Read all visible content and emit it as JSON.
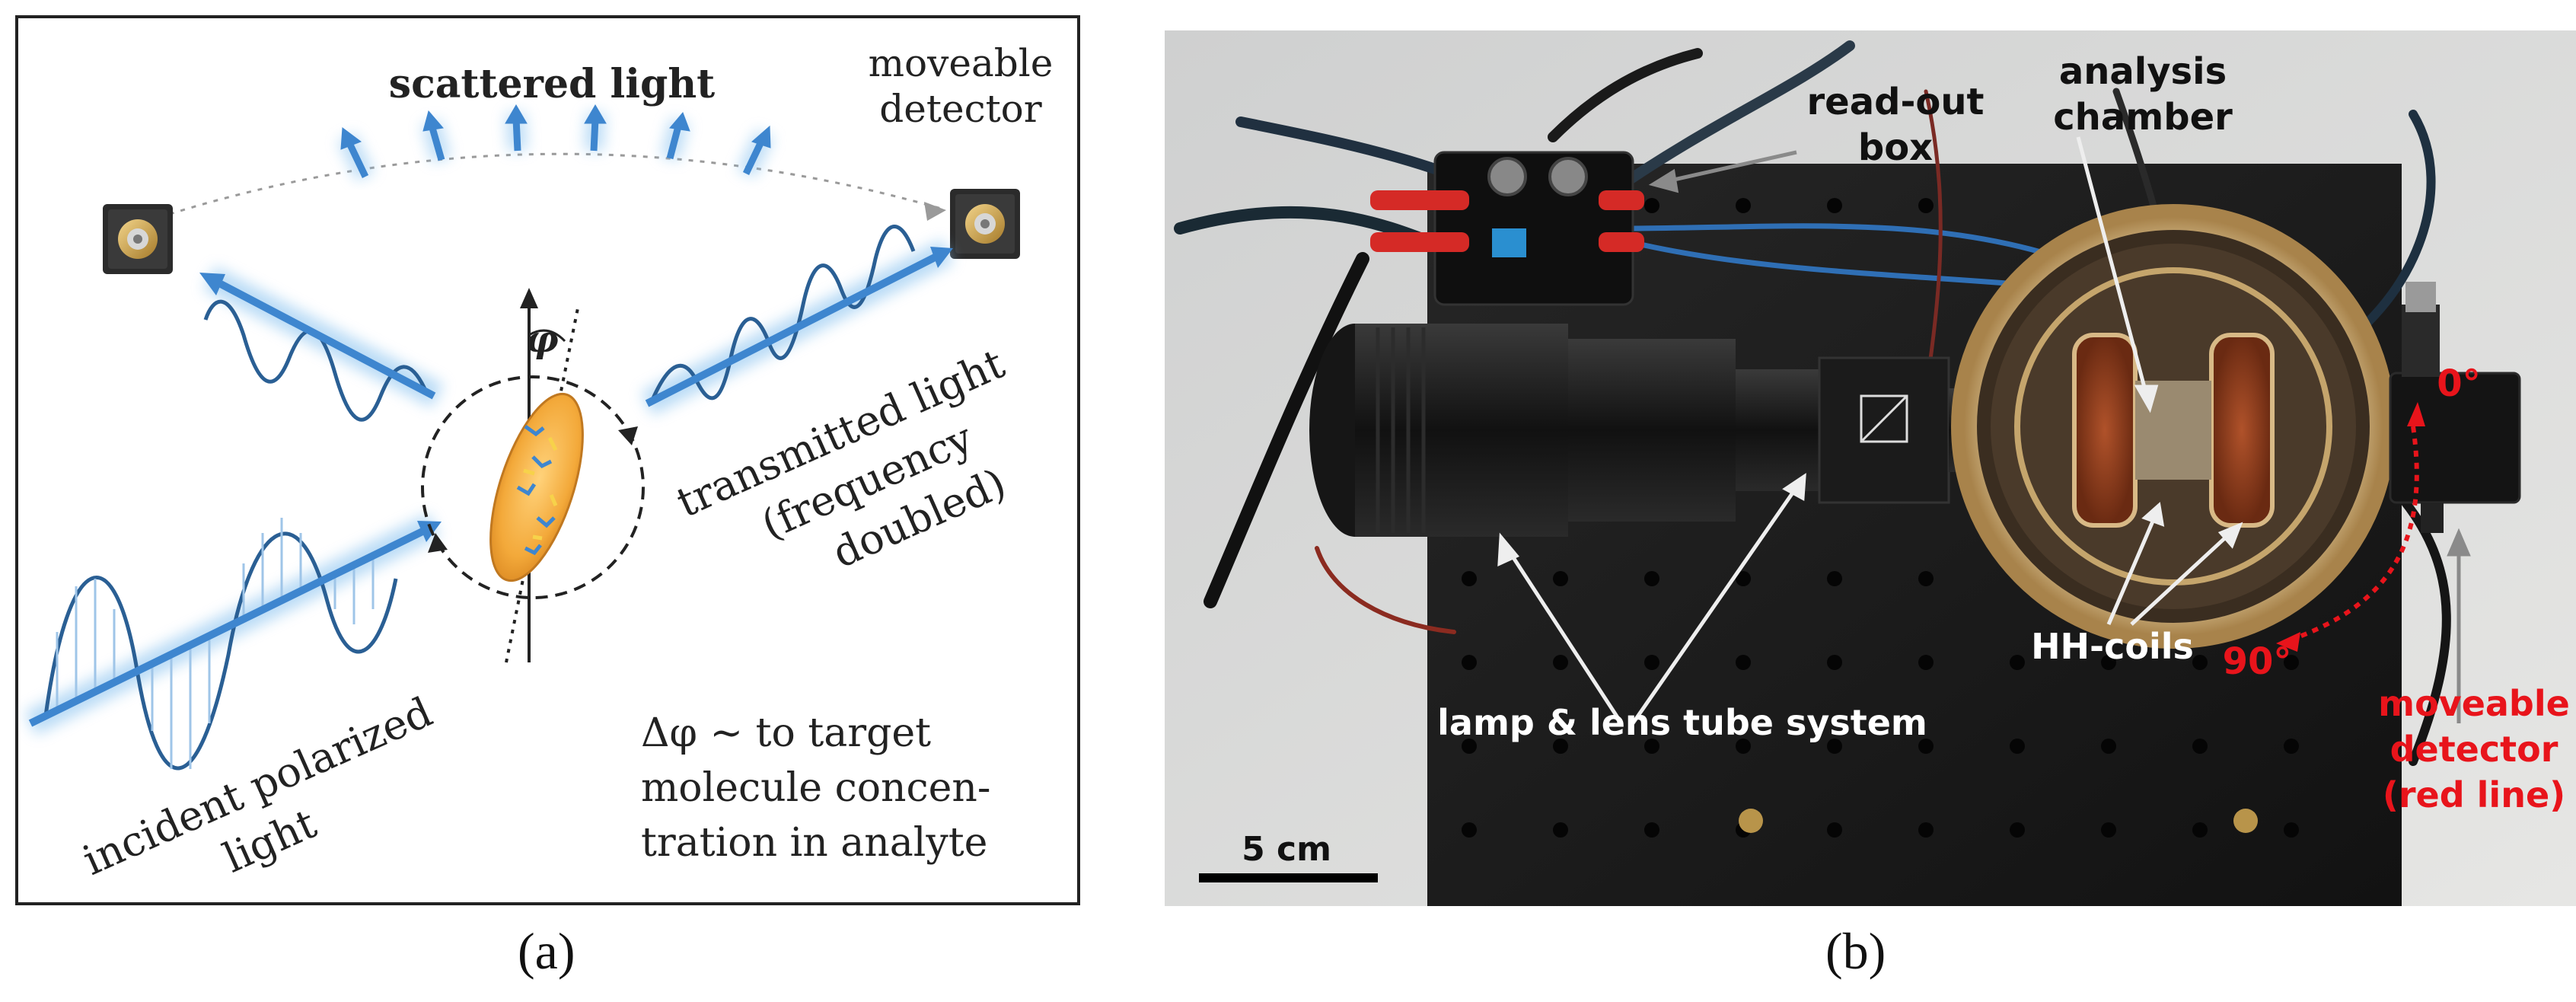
{
  "panel_a": {
    "caption": "(a)",
    "labels": {
      "scattered": "scattered light",
      "moveable_detector_line1": "moveable",
      "moveable_detector_line2": "detector",
      "phi": "φ",
      "transmitted_line1": "transmitted light",
      "transmitted_line2": "(frequency",
      "transmitted_line3": "doubled)",
      "incident_line1": "incident polarized",
      "incident_line2": "light",
      "delta_line1": "Δφ ~ to target",
      "delta_line2": "molecule concen-",
      "delta_line3": "tration in analyte"
    },
    "colors": {
      "wave": "#2a6aa8",
      "glow": "#8cc4f0",
      "sample": "#f3a93a",
      "frame": "#222222"
    }
  },
  "panel_b": {
    "caption": "(b)",
    "labels": {
      "readout_line1": "read-out",
      "readout_line2": "box",
      "chamber_line1": "analysis",
      "chamber_line2": "chamber",
      "zero_deg": "0°",
      "ninety_deg": "90°",
      "hh_coils": "HH-coils",
      "lamp": "lamp & lens tube system",
      "detector_line1": "moveable",
      "detector_line2": "detector",
      "detector_line3": "(red line)",
      "scale": "5 cm"
    },
    "colors": {
      "red_annotation": "#e8141b",
      "board": "#1b1b1b",
      "brass": "#c9a46a",
      "copper": "#8a3b1c"
    }
  }
}
